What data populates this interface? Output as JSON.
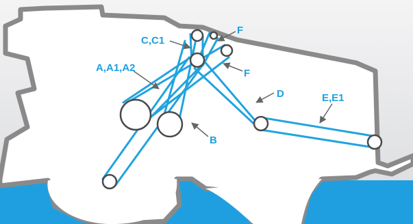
{
  "colors": {
    "background_top": "#f4f4f5",
    "background_bottom": "#dcdde0",
    "ground": "#1f9fe0",
    "machine_fill": "#ffffff",
    "machine_outline": "#8a8a8a",
    "belt": "#21a3df",
    "pulley_outline": "#4a4a4a",
    "arrow": "#666666",
    "label": "#1f9fe0"
  },
  "labels": {
    "cc1": "C,C1",
    "f_top": "F",
    "aa1a2": "A,A1,A2",
    "f_mid": "F",
    "d": "D",
    "ee1": "E,E1",
    "b": "B"
  }
}
